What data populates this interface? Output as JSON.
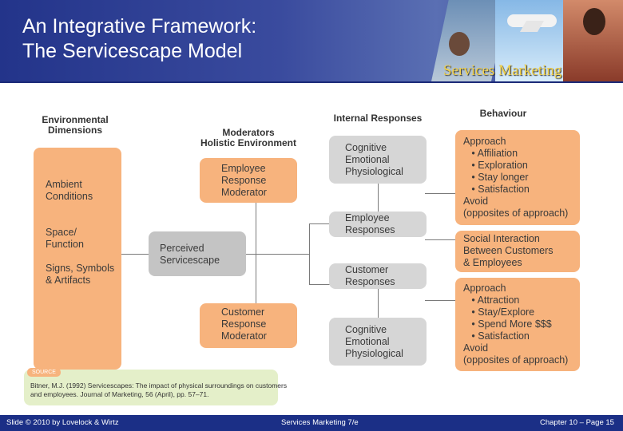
{
  "header": {
    "title_line1": "An Integrative Framework:",
    "title_line2": "The Servicescape Model",
    "brand": "Services Marketing"
  },
  "columns": {
    "environmental": "Environmental\nDimensions",
    "moderators": "Moderators\nHolistic Environment",
    "internal": "Internal Responses",
    "behaviour": "Behaviour"
  },
  "boxes": {
    "environmental": "\nAmbient\nConditions\n\n\nSpace/\nFunction\n\nSigns, Symbols\n& Artifacts",
    "employee_moderator": "Employee\nResponse\nModerator",
    "perceived": "Perceived\nServicescape",
    "customer_moderator": "Customer\nResponse\nModerator",
    "cognitive_top": "Cognitive\nEmotional\nPhysiological",
    "employee_responses": "Employee\nResponses",
    "customer_responses": "Customer\nResponses",
    "cognitive_bottom": "Cognitive\nEmotional\nPhysiological",
    "behaviour_top": "Approach\n   • Affiliation\n   • Exploration\n   • Stay longer\n   • Satisfaction\nAvoid\n(opposites of approach)",
    "social": "Social Interaction\nBetween Customers\n& Employees",
    "behaviour_bottom": "Approach\n   • Attraction\n   • Stay/Explore\n   • Spend More $$$\n   • Satisfaction\nAvoid\n(opposites of approach)"
  },
  "source": {
    "tag": "SOURCE",
    "text": "Bitner, M.J. (1992) Servicescapes: The impact of physical surroundings on customers\nand employees. Journal of Marketing, 56 (April), pp. 57–71."
  },
  "footer": {
    "left": "Slide © 2010 by Lovelock & Wirtz",
    "center": "Services Marketing 7/e",
    "right": "Chapter 10 – Page 15"
  },
  "colors": {
    "header_blue": "#23348a",
    "box_orange": "#f7b37d",
    "box_gray": "#c4c4c4",
    "brand_gold": "#f2d24b"
  }
}
